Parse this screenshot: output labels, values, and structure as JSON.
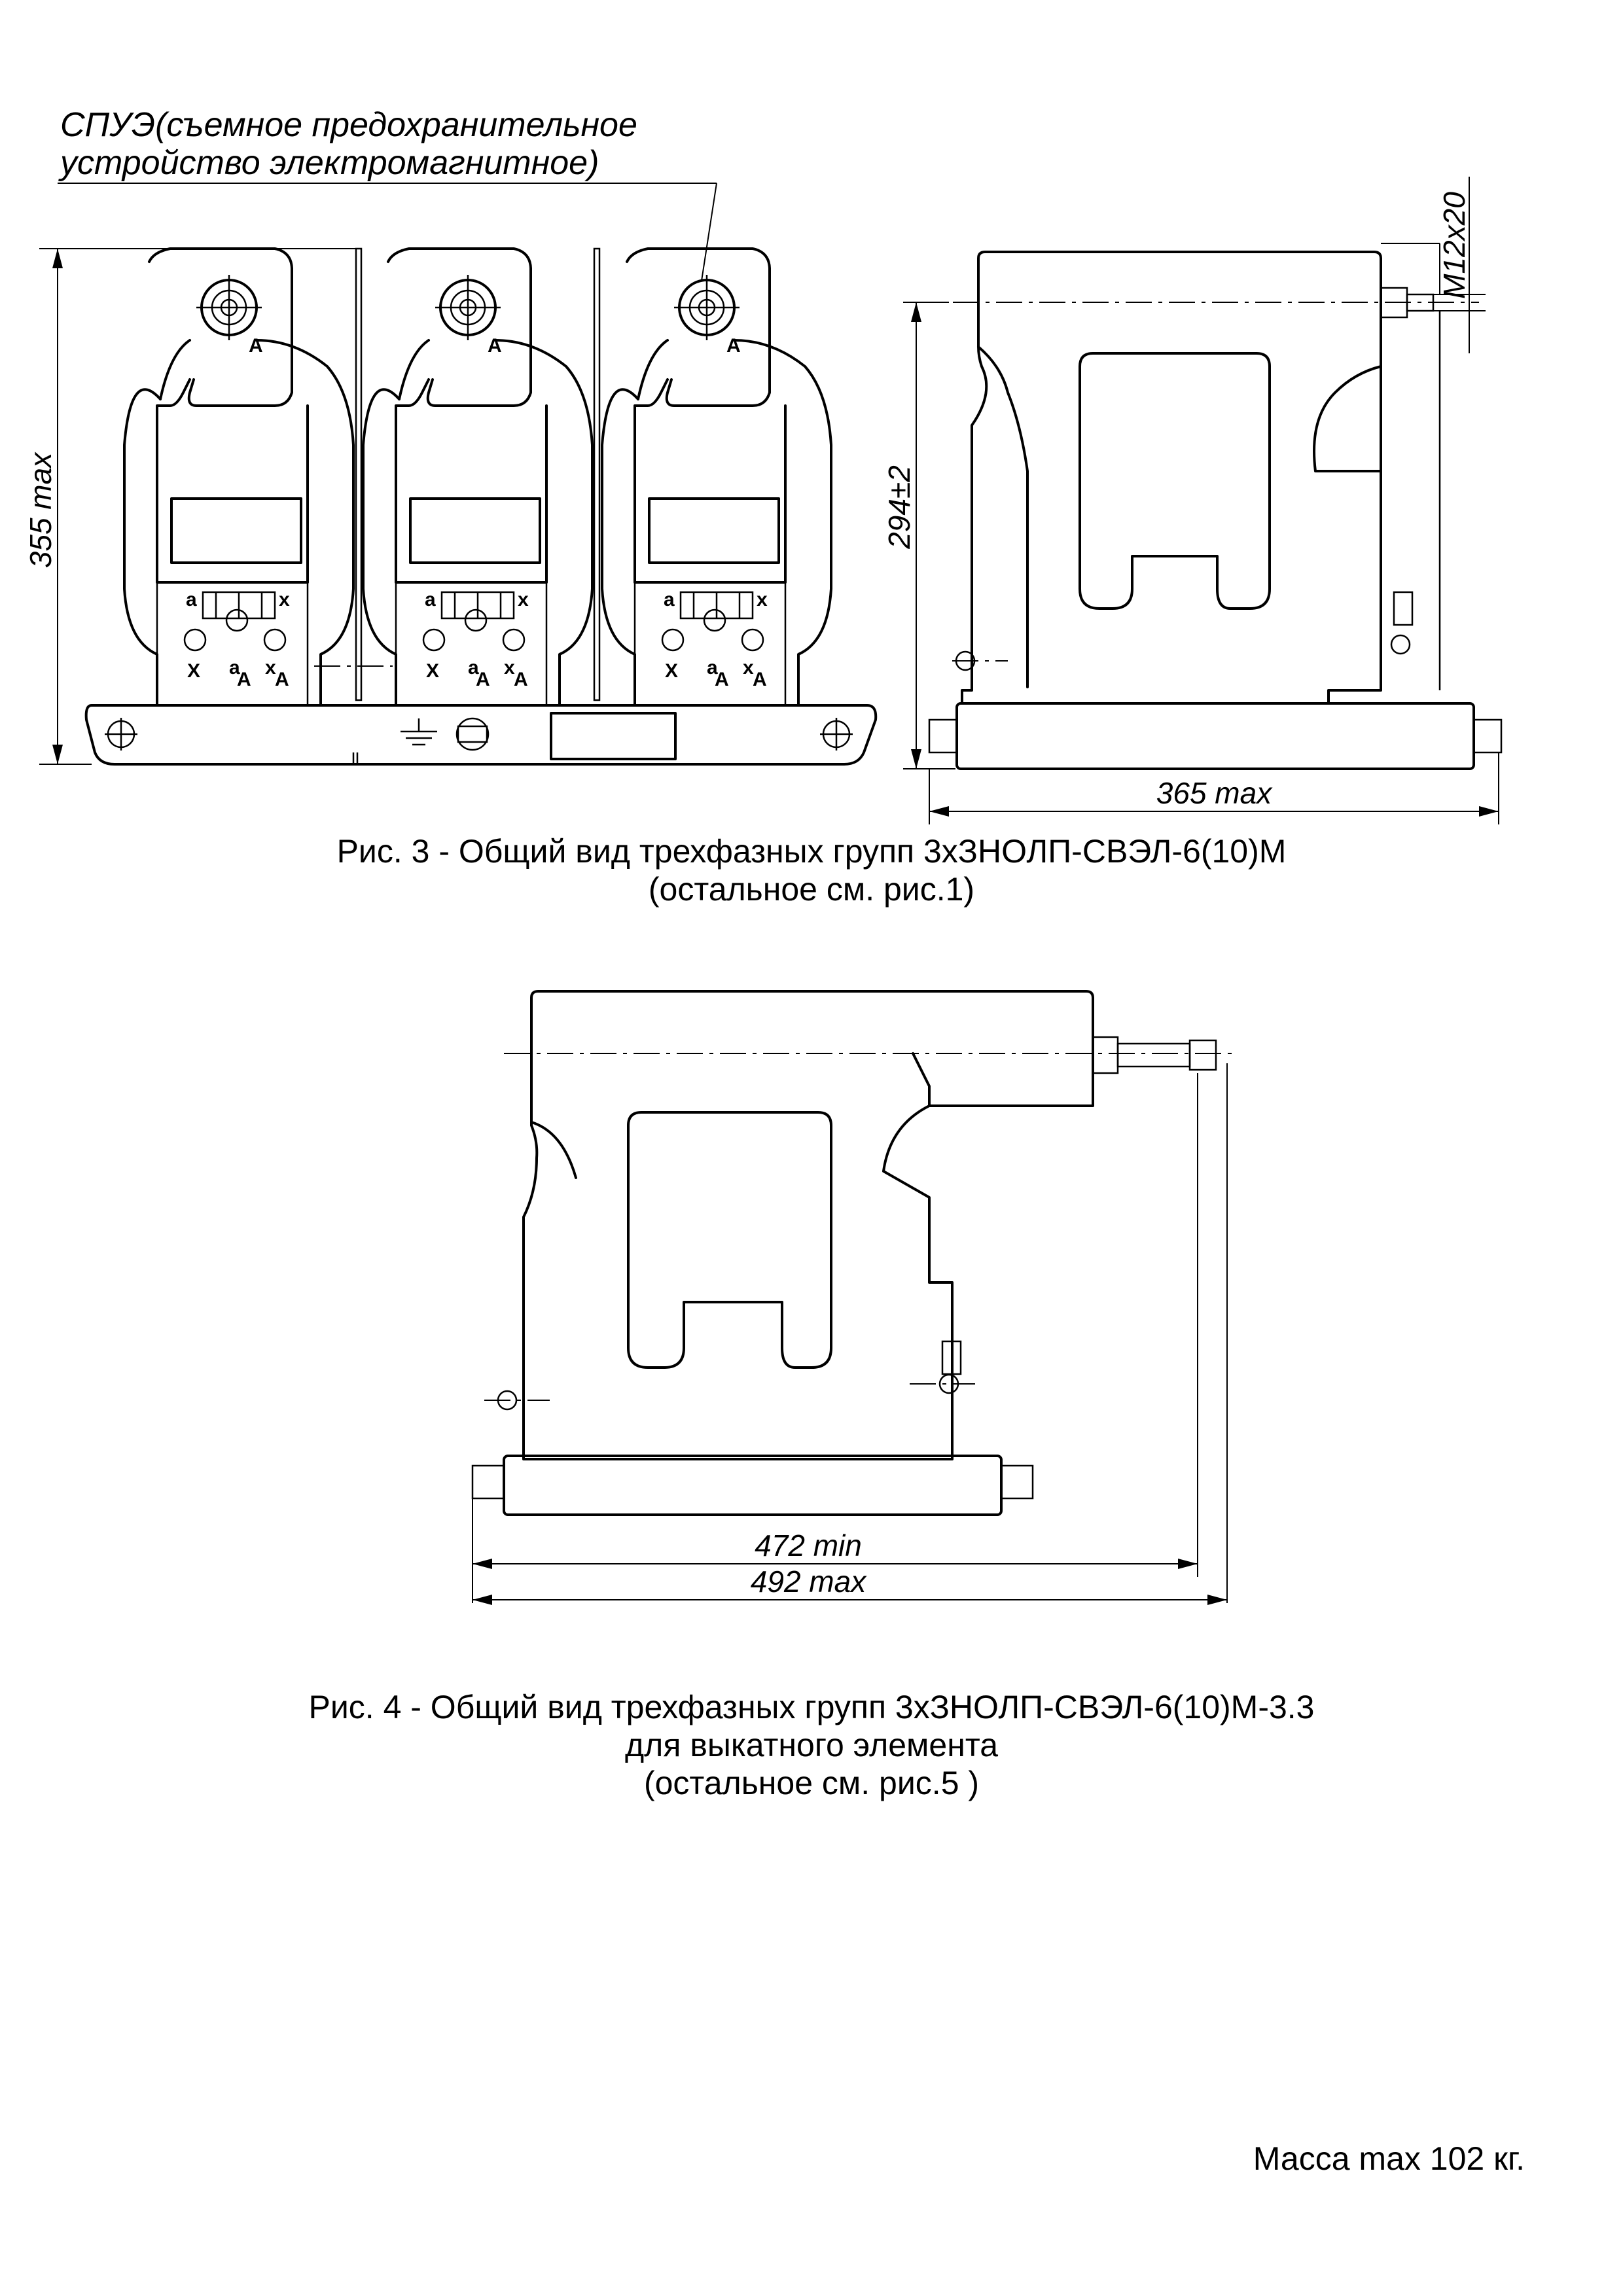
{
  "fig3": {
    "callout_line1": "СПУЭ(съемное предохранительное",
    "callout_line2": "устройство электромагнитное)",
    "dim_height_max": "355 max",
    "dim_side_height": "294±2",
    "dim_thread": "M12x20",
    "dim_depth_max": "365 max",
    "terminal_labels": [
      "a",
      "x",
      "X",
      "a",
      "A",
      "x",
      "A",
      "A"
    ],
    "caption_line1": "Рис. 3 - Общий вид трехфазных групп 3хЗНОЛП-СВЭЛ-6(10)М",
    "caption_line2": "(остальное см. рис.1)"
  },
  "fig4": {
    "dim_min": "472 min",
    "dim_max": "492 max",
    "caption_line1": "Рис. 4 - Общий вид трехфазных групп 3хЗНОЛП-СВЭЛ-6(10)М-3.3",
    "caption_line2": "для выкатного элемента",
    "caption_line3": "(остальное см. рис.5 )"
  },
  "mass_note": "Масса max 102 кг."
}
